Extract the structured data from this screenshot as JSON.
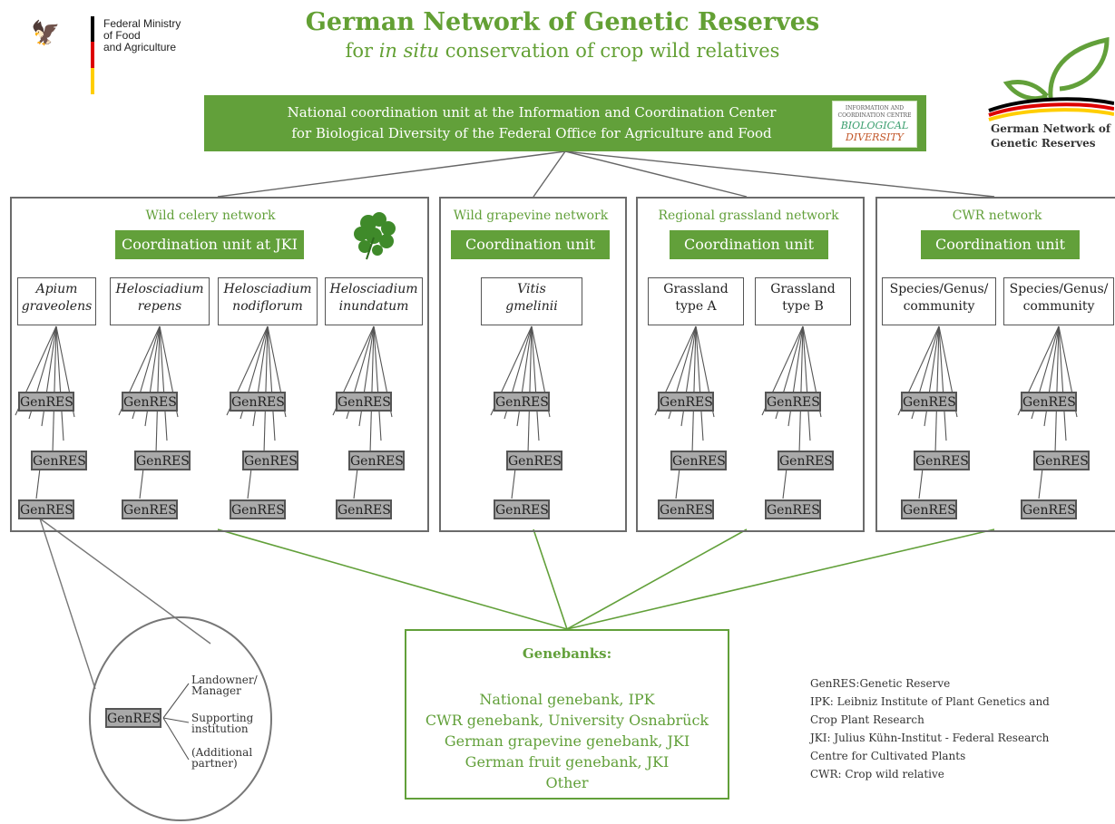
{
  "header": {
    "title": "German Network of Genetic Reserves",
    "subtitle_pre": "for ",
    "subtitle_em": "in situ",
    "subtitle_post": " conservation of crop wild relatives"
  },
  "ministry": {
    "line1": "Federal Ministry",
    "line2": "of Food",
    "line3": "and Agriculture"
  },
  "network_logo": {
    "line1": "German Network of",
    "line2": "Genetic Reserves"
  },
  "coordination": {
    "line1": "National coordination unit at the Information and Coordination Center",
    "line2": "for Biological Diversity of the Federal Office for Agriculture and Food",
    "logo_small": "INFORMATION AND COORDINATION CENTRE",
    "logo_word1": "BIOLOGICAL",
    "logo_word2": "DIVERSITY"
  },
  "networks": [
    {
      "title": "Wild celery network",
      "unit": "Coordination unit at JKI",
      "species": [
        {
          "line1": "Apium",
          "line2": "graveolens"
        },
        {
          "line1": "Helosciadium",
          "line2": "repens"
        },
        {
          "line1": "Helosciadium",
          "line2": "nodiflorum"
        },
        {
          "line1": "Helosciadium",
          "line2": "inundatum"
        }
      ]
    },
    {
      "title": "Wild grapevine network",
      "unit": "Coordination unit",
      "species": [
        {
          "line1": "Vitis",
          "line2": "gmelinii"
        }
      ]
    },
    {
      "title": "Regional grassland network",
      "unit": "Coordination unit",
      "species": [
        {
          "line1": "Grassland",
          "line2": "type A"
        },
        {
          "line1": "Grassland",
          "line2": "type B"
        }
      ]
    },
    {
      "title": "CWR network",
      "unit": "Coordination unit",
      "species": [
        {
          "line1": "Species/Genus/",
          "line2": "community"
        },
        {
          "line1": "Species/Genus/",
          "line2": "community"
        }
      ]
    }
  ],
  "genres_label": "GenRES",
  "genebanks": {
    "heading": "Genebanks:",
    "items": [
      "National genebank, IPK",
      "CWR genebank, University Osnabrück",
      "German grapevine genebank, JKI",
      "German fruit genebank, JKI",
      "Other"
    ]
  },
  "detail": {
    "node": "GenRES",
    "partner1_line1": "Landowner/",
    "partner1_line2": "Manager",
    "partner2_line1": "Supporting",
    "partner2_line2": "institution",
    "partner3_line1": "(Additional",
    "partner3_line2": "partner)"
  },
  "legend": [
    "GenRES:Genetic Reserve",
    "IPK: Leibniz Institute of Plant Genetics and",
    "Crop Plant Research",
    "JKI: Julius Kühn-Institut - Federal Research",
    "Centre for Cultivated Plants",
    "CWR: Crop wild relative"
  ],
  "colors": {
    "green": "#62a03a",
    "node_grey": "#a9a9a9",
    "border": "#6b6b6b"
  }
}
